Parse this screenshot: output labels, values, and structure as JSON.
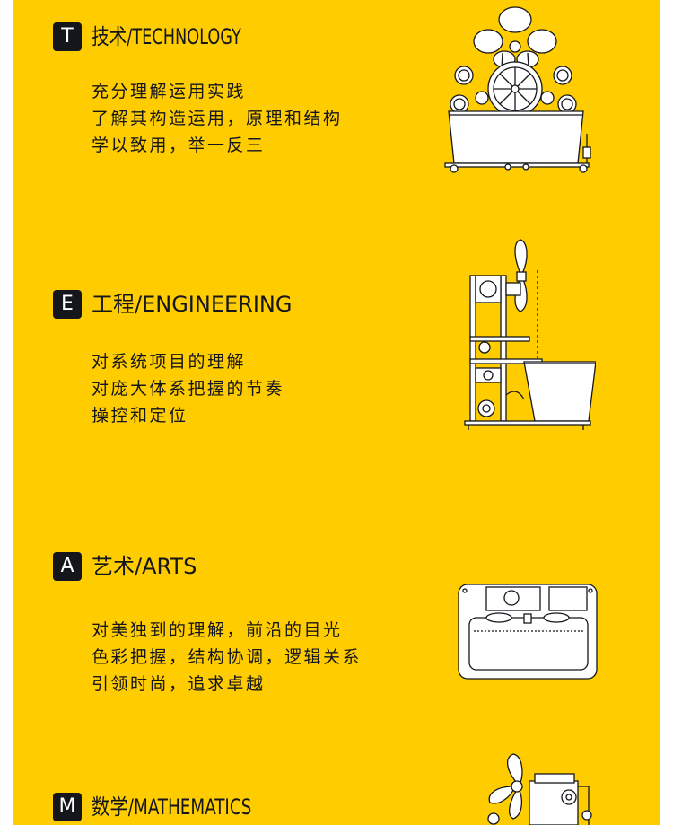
{
  "sections": [
    {
      "letter": "T",
      "title": "技术/TECHNOLOGY",
      "lines": [
        "充分理解运用实践",
        "了解其构造运用，原理和结构",
        "学以致用，举一反三"
      ],
      "illustration": "bubble-machine-icon"
    },
    {
      "letter": "E",
      "title": "工程/ENGINEERING",
      "lines": [
        "对系统项目的理解",
        "对庞大体系把握的节奏",
        "操控和定位"
      ],
      "illustration": "machine-side-view-icon"
    },
    {
      "letter": "A",
      "title": "艺术/ARTS",
      "lines": [
        "对美独到的理解，前沿的目光",
        "色彩把握，结构协调，逻辑关系",
        "引领时尚，追求卓越"
      ],
      "illustration": "machine-top-view-icon"
    },
    {
      "letter": "M",
      "title": "数学/MATHEMATICS",
      "lines": [],
      "illustration": "fan-motor-icon"
    }
  ],
  "colors": {
    "background": "#FFCC00",
    "badge": "#14161c",
    "text": "#14161c",
    "margin": "#ffffff"
  }
}
